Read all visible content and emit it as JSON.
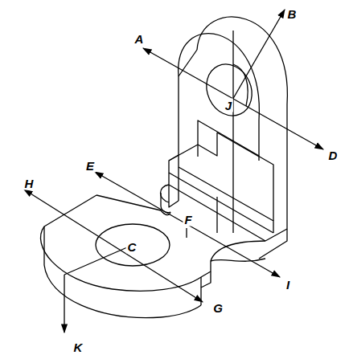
{
  "diagram": {
    "labels": [
      "B",
      "A",
      "J",
      "D",
      "E",
      "H",
      "F",
      "C",
      "I",
      "G",
      "K"
    ]
  }
}
